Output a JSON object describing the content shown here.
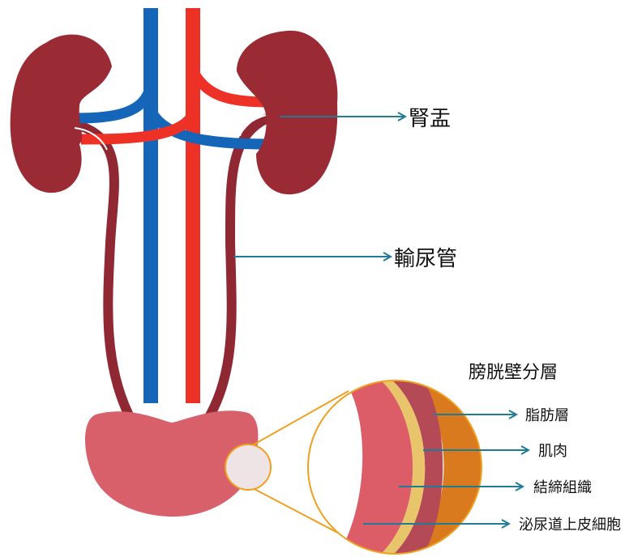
{
  "labels": {
    "renal_pelvis": "腎盂",
    "ureter": "輸尿管",
    "bladder_wall_title": "膀胱壁分層",
    "fat_layer": "脂肪層",
    "muscle": "肌肉",
    "connective_tissue": "結締組織",
    "urothelium": "泌尿道上皮細胞"
  },
  "colors": {
    "kidney": "#9a2b35",
    "ureter": "#8f2832",
    "vein": "#1565b9",
    "artery": "#ed3127",
    "bladder": "#d8606a",
    "magnifier_ring": "#f0a020",
    "pointer": "#1f7b96",
    "wall_inner": "#dc5d68",
    "wall_connective": "#e8c56a",
    "wall_muscle": "#b44a56",
    "wall_fat": "#d97a1e"
  }
}
